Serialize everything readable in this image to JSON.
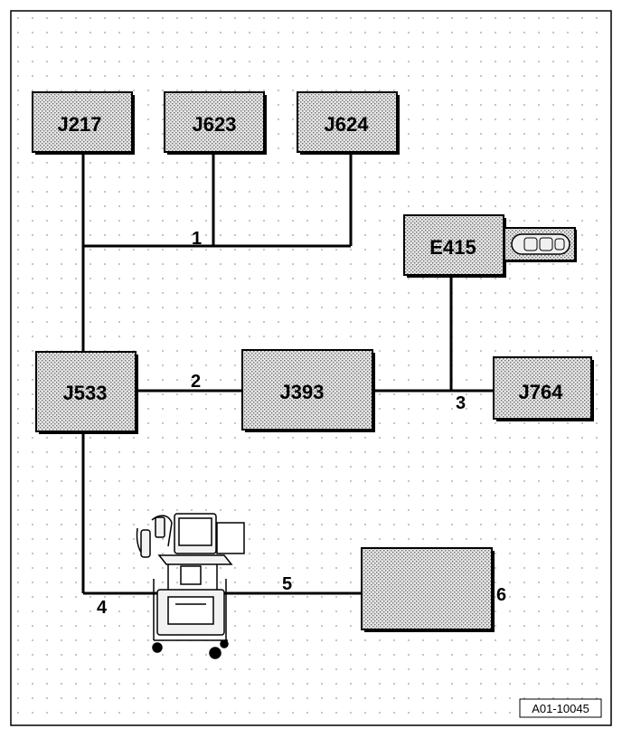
{
  "components": {
    "j217": "J217",
    "j623": "J623",
    "j624": "J624",
    "e415": "E415",
    "j533": "J533",
    "j393": "J393",
    "j764": "J764"
  },
  "connections": {
    "c1": "1",
    "c2": "2",
    "c3": "3",
    "c4": "4",
    "c5": "5",
    "c6": "6"
  },
  "reference": "A01-10045",
  "colors": {
    "box_fill": "#c8c8c8",
    "line": "#000000",
    "dot": "#9a9a9a"
  },
  "icons": [
    "diagnostic-cart-icon",
    "ignition-key-icon"
  ]
}
